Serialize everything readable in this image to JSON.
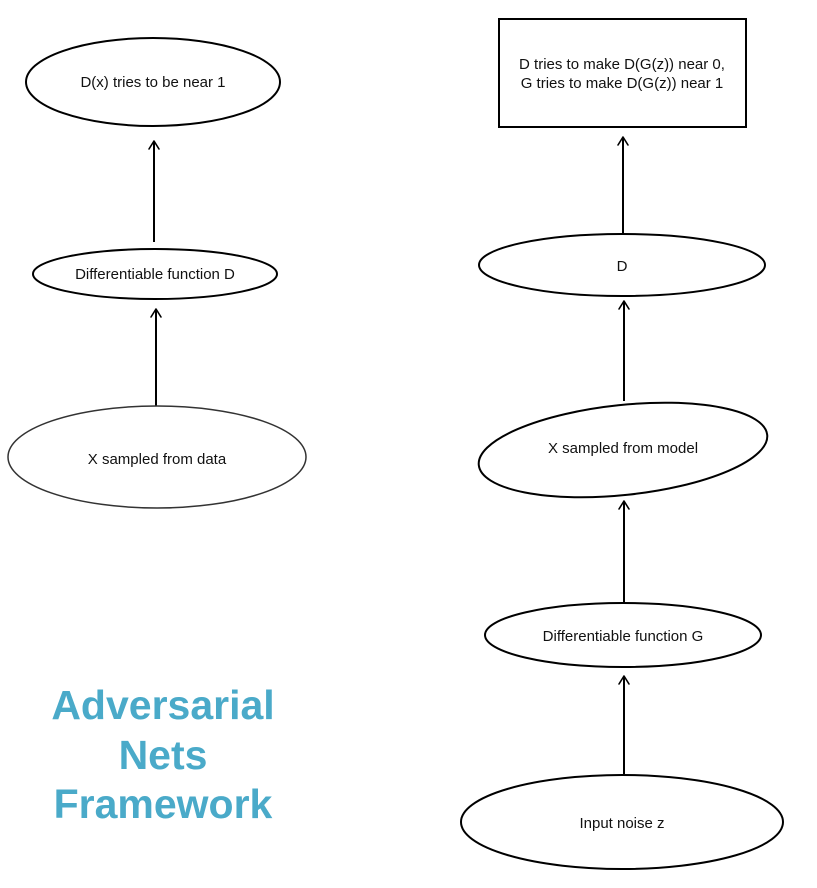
{
  "left_column": {
    "top_node": "D(x) tries to be near 1",
    "middle_node": "Differentiable function D",
    "bottom_node": "X sampled from data"
  },
  "right_column": {
    "top_box": {
      "line1": "D tries to make D(G(z)) near 0,",
      "line2": "G tries to make D(G(z)) near 1"
    },
    "d_node": "D",
    "sample_node": "X sampled from model",
    "generator_node": "Differentiable function G",
    "noise_node": "Input noise z"
  },
  "title": {
    "line1": "Adversarial",
    "line2": "Nets",
    "line3": "Framework",
    "color": "#4aaac9"
  }
}
